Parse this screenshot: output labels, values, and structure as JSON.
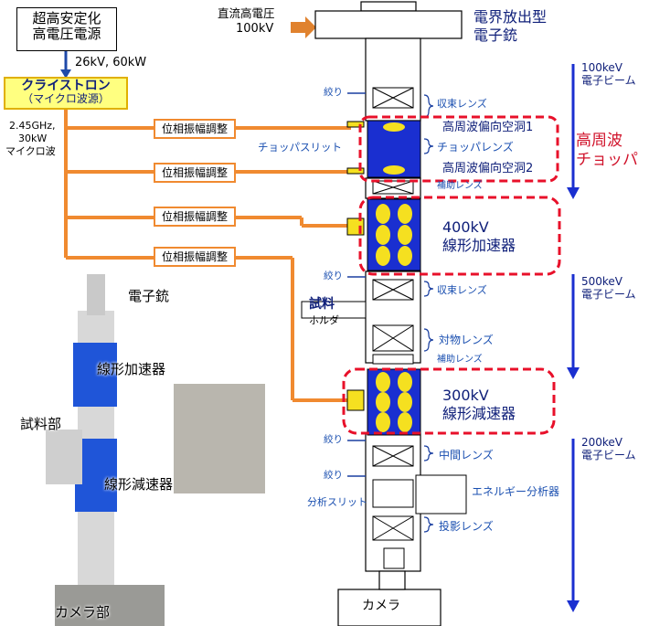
{
  "power_supply": {
    "line1": "超高安定化",
    "line2": "高電圧電源",
    "voltage": "26kV, 60kW"
  },
  "klystron": {
    "line1": "クライストロン",
    "line2": "（マイクロ波源）"
  },
  "microwave": {
    "line1": "2.45GHz,",
    "line2": "30kW",
    "line3": "マイクロ波"
  },
  "phase_boxes": [
    "位相振幅調整",
    "位相振幅調整",
    "位相振幅調整",
    "位相振幅調整"
  ],
  "dc_voltage": {
    "line1": "直流高電圧",
    "line2": "100kV"
  },
  "gun": {
    "line1": "電界放出型",
    "line2": "電子銃"
  },
  "beam_100": {
    "line1": "100keV",
    "line2": "電子ビーム"
  },
  "beam_500": {
    "line1": "500keV",
    "line2": "電子ビーム"
  },
  "beam_200": {
    "line1": "200keV",
    "line2": "電子ビーム"
  },
  "chopper_label": {
    "line1": "高周波",
    "line2": "チョッパ"
  },
  "apertures": [
    "絞り",
    "絞り",
    "絞り",
    "絞り"
  ],
  "lenses": {
    "condenser1": "収束レンズ",
    "cavity1": "高周波偏向空洞1",
    "chopper_lens": "チョッパレンズ",
    "cavity2": "高周波偏向空洞2",
    "aux1": "補助レンズ",
    "condenser2": "収束レンズ",
    "objective": "対物レンズ",
    "aux2": "補助レンズ",
    "intermediate": "中間レンズ",
    "energy_analyzer": "エネルギー分析器",
    "projection": "投影レンズ"
  },
  "chopper_slit": "チョッパスリット",
  "accelerator": {
    "line1": "400kV",
    "line2": "線形加速器"
  },
  "decelerator": {
    "line1": "300kV",
    "line2": "線形減速器"
  },
  "sample": {
    "line1": "試料",
    "line2": "ホルダ"
  },
  "analyzer_slit": "分析スリット",
  "camera": "カメラ",
  "photo_labels": {
    "gun": "電子銃",
    "accelerator": "線形加速器",
    "sample": "試料部",
    "decelerator": "線形減速器",
    "camera": "カメラ部"
  },
  "colors": {
    "orange": "#f08a30",
    "accent_blue": "#1a2fd0",
    "accel_yellow": "#f5e020",
    "dashed_red": "#e8102a",
    "text_navy": "#10207a"
  }
}
